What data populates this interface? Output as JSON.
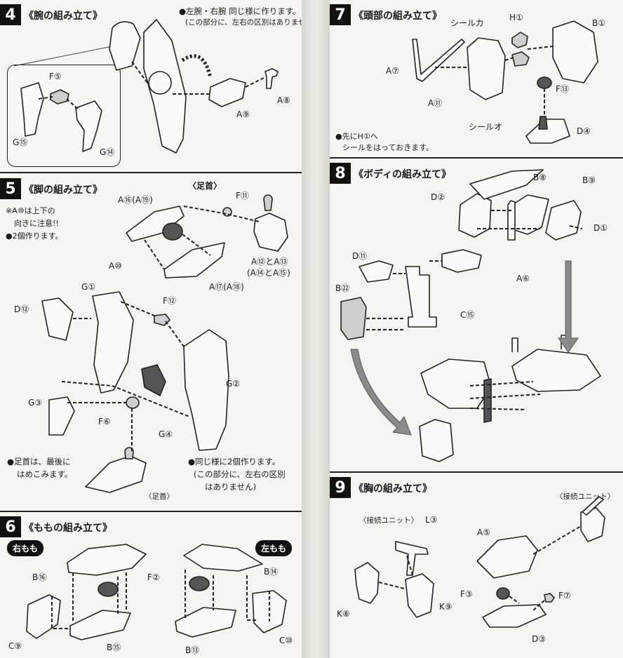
{
  "sections": {
    "s4": {
      "number": "4",
      "title": "《腕の組み立て》",
      "note1": "●左腕・右腕 同じ様に作ります。",
      "note2": "(この部分に、左右の区別はありません)",
      "labels": {
        "f5": "F⑤",
        "g15": "G⑮",
        "g14": "G⑭",
        "a9": "A⑨",
        "a8": "A⑧"
      }
    },
    "s5": {
      "number": "5",
      "title": "《脚の組み立て》",
      "ankle_heading": "〈足首〉",
      "note_a10_1": "※A⑩は上下の",
      "note_a10_2": "向きに注意!!",
      "note_two": "●2個作ります。",
      "note_ankle_1": "●足首は、最後に",
      "note_ankle_2": "はめこみます。",
      "note_same_1": "●同じ様に2個作ります。",
      "note_same_2": "(この部分に、左右の区別",
      "note_same_3": "はありません)",
      "ankle_label": "〈足首〉",
      "labels": {
        "a16": "A⑯(A⑲)",
        "f11": "F⑪",
        "a10": "A⑩",
        "a17": "A⑰(A⑱)",
        "a12": "A⑫とA⑬",
        "a14": "(A⑭とA⑮)",
        "g1": "G①",
        "f12": "F⑫",
        "d12": "D⑫",
        "g2": "G②",
        "g3": "G③",
        "f6": "F⑥",
        "g4": "G④"
      }
    },
    "s6": {
      "number": "6",
      "title": "《ももの組み立て》",
      "right_thigh": "右もも",
      "left_thigh": "左もも",
      "labels": {
        "b16": "B⑯",
        "f2": "F②",
        "b14": "B⑭",
        "c9": "C⑨",
        "b15": "B⑮",
        "b13": "B⑬",
        "c10": "C⑩"
      }
    },
    "s7": {
      "number": "7",
      "title": "《頭部の組み立て》",
      "note1": "●先にH①へ",
      "note2": "シールをはっておきます。",
      "labels": {
        "seal_ka": "シールカ",
        "h1": "H①",
        "b1": "B①",
        "a7": "A⑦",
        "a11": "A⑪",
        "f13": "F⑬",
        "seal_o": "シールオ",
        "d4": "D④"
      }
    },
    "s8": {
      "number": "8",
      "title": "《ボディの組み立て》",
      "labels": {
        "b8": "B⑧",
        "b9": "B⑨",
        "d2": "D②",
        "d1": "D①",
        "d11": "D⑪",
        "a6": "A⑥",
        "b22": "B㉒",
        "c15": "C⑮"
      }
    },
    "s9": {
      "number": "9",
      "title": "《胸の組み立て》",
      "unit_left": "〈接続ユニット〉",
      "unit_right": "〈接続ユニット〉",
      "labels": {
        "l3": "L③",
        "a5": "A⑤",
        "k8": "K⑧",
        "k9": "K⑨",
        "f3": "F③",
        "f7": "F⑦",
        "d3": "D③"
      }
    }
  }
}
